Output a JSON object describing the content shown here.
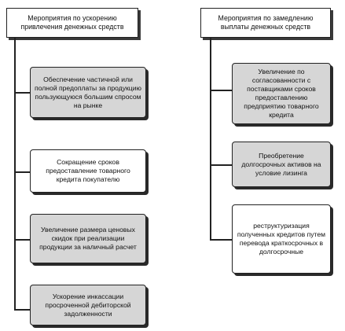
{
  "left": {
    "title": "Мероприятия по ускорению привлечения денежных средств",
    "items": [
      "Обеспечение частичной или полной предоплаты за продукцию пользующуюся большим спросом на рынке",
      "Сокращение сроков предоставление товарного кредита покупателю",
      "Увеличение размера ценовых скидок при реализации продукции за наличный расчет",
      "Ускорение инкассации просроченной дебиторской задолженности"
    ]
  },
  "right": {
    "title": "Мероприятия по замедлению выплаты денежных средств",
    "items": [
      "Увеличение по согласованности с поставщиками сроков предоставлению предприятию товарного кредита",
      "Преобретение долгосрочных активов на условие лизинга",
      "реструктуризация полученных кредитов путем перевода краткосрочных в долгосрочные"
    ]
  }
}
